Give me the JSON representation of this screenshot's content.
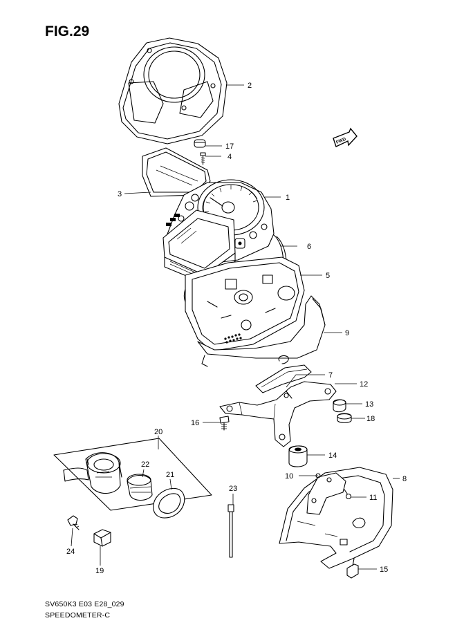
{
  "figure": {
    "title": "FIG.29",
    "code": "SV650K3 E03 E28_029",
    "name": "SPEEDOMETER-C"
  },
  "direction_badge": "FWD",
  "callouts": {
    "c1": "1",
    "c2": "2",
    "c3": "3",
    "c4": "4",
    "c5": "5",
    "c6": "6",
    "c7": "7",
    "c8": "8",
    "c9": "9",
    "c10": "10",
    "c11": "11",
    "c12": "12",
    "c13": "13",
    "c14": "14",
    "c15": "15",
    "c16": "16",
    "c17": "17",
    "c18": "18",
    "c19": "19",
    "c20": "20",
    "c21": "21",
    "c22": "22",
    "c23": "23",
    "c24": "24"
  }
}
